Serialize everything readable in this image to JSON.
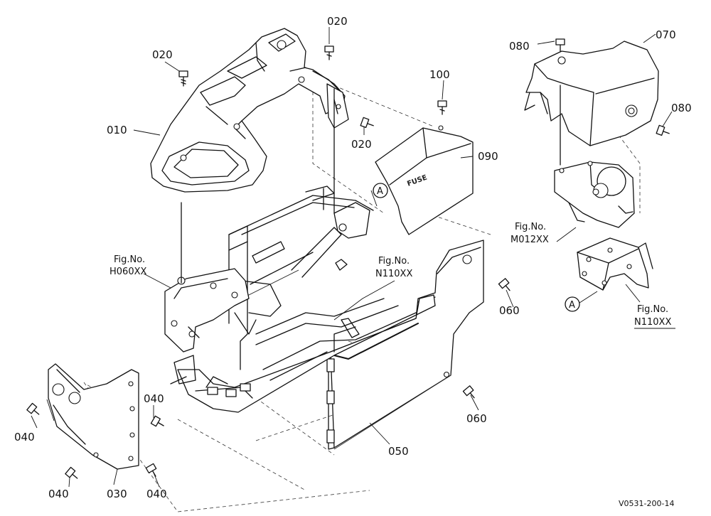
{
  "part_labels": [
    "010",
    "020",
    "020",
    "020",
    "030",
    "040",
    "040",
    "040",
    "040",
    "050",
    "060",
    "060",
    "070",
    "080",
    "080",
    "090",
    "100"
  ],
  "figure_refs": [
    {
      "line1": "Fig.No.",
      "line2": "H060XX"
    },
    {
      "line1": "Fig.No.",
      "line2": "N110XX"
    },
    {
      "line1": "Fig.No.",
      "line2": "M012XX"
    },
    {
      "line1": "Fig.No.",
      "line2": "N110XX"
    }
  ],
  "callout_letter": "A",
  "cover_marking": "FUSE",
  "drawing_code": "V0531-200-14"
}
